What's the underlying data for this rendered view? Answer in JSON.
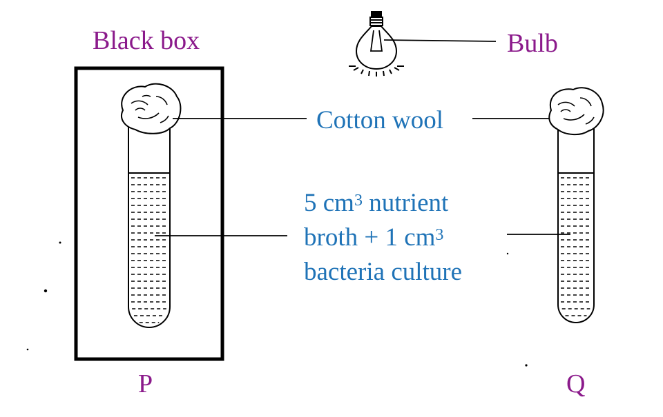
{
  "labels": {
    "black_box": "Black box",
    "bulb": "Bulb",
    "cotton_wool": "Cotton wool",
    "broth_line1_a": "5 cm",
    "broth_line1_sup": "3",
    "broth_line1_b": " nutrient",
    "broth_line2_a": "broth + 1 cm",
    "broth_line2_sup": "3",
    "broth_line3": "bacteria culture",
    "tube_p": "P",
    "tube_q": "Q"
  },
  "colors": {
    "label_purple": "#8B1A8B",
    "label_blue": "#1F73B7",
    "line": "#000000"
  }
}
